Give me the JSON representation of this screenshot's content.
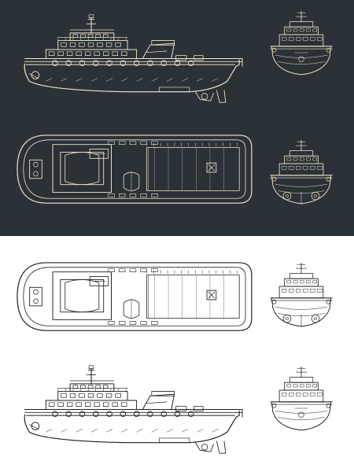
{
  "colors": {
    "dark_background": "#2a3238",
    "dark_line": "#f2e6c9",
    "light_background": "#ffffff",
    "light_line": "#1e1e1e"
  },
  "panels": [
    {
      "theme": "dark",
      "views": [
        "side-profile-view",
        "stern-elevation-view",
        "deck-plan-view",
        "bow-elevation-view"
      ]
    },
    {
      "theme": "light",
      "views": [
        "deck-plan-view",
        "bow-elevation-view",
        "side-profile-view",
        "stern-elevation-view"
      ]
    }
  ],
  "icons": [
    "ship-profile-icon",
    "hull-section-icon",
    "deck-plan-icon",
    "anchor-icon"
  ]
}
